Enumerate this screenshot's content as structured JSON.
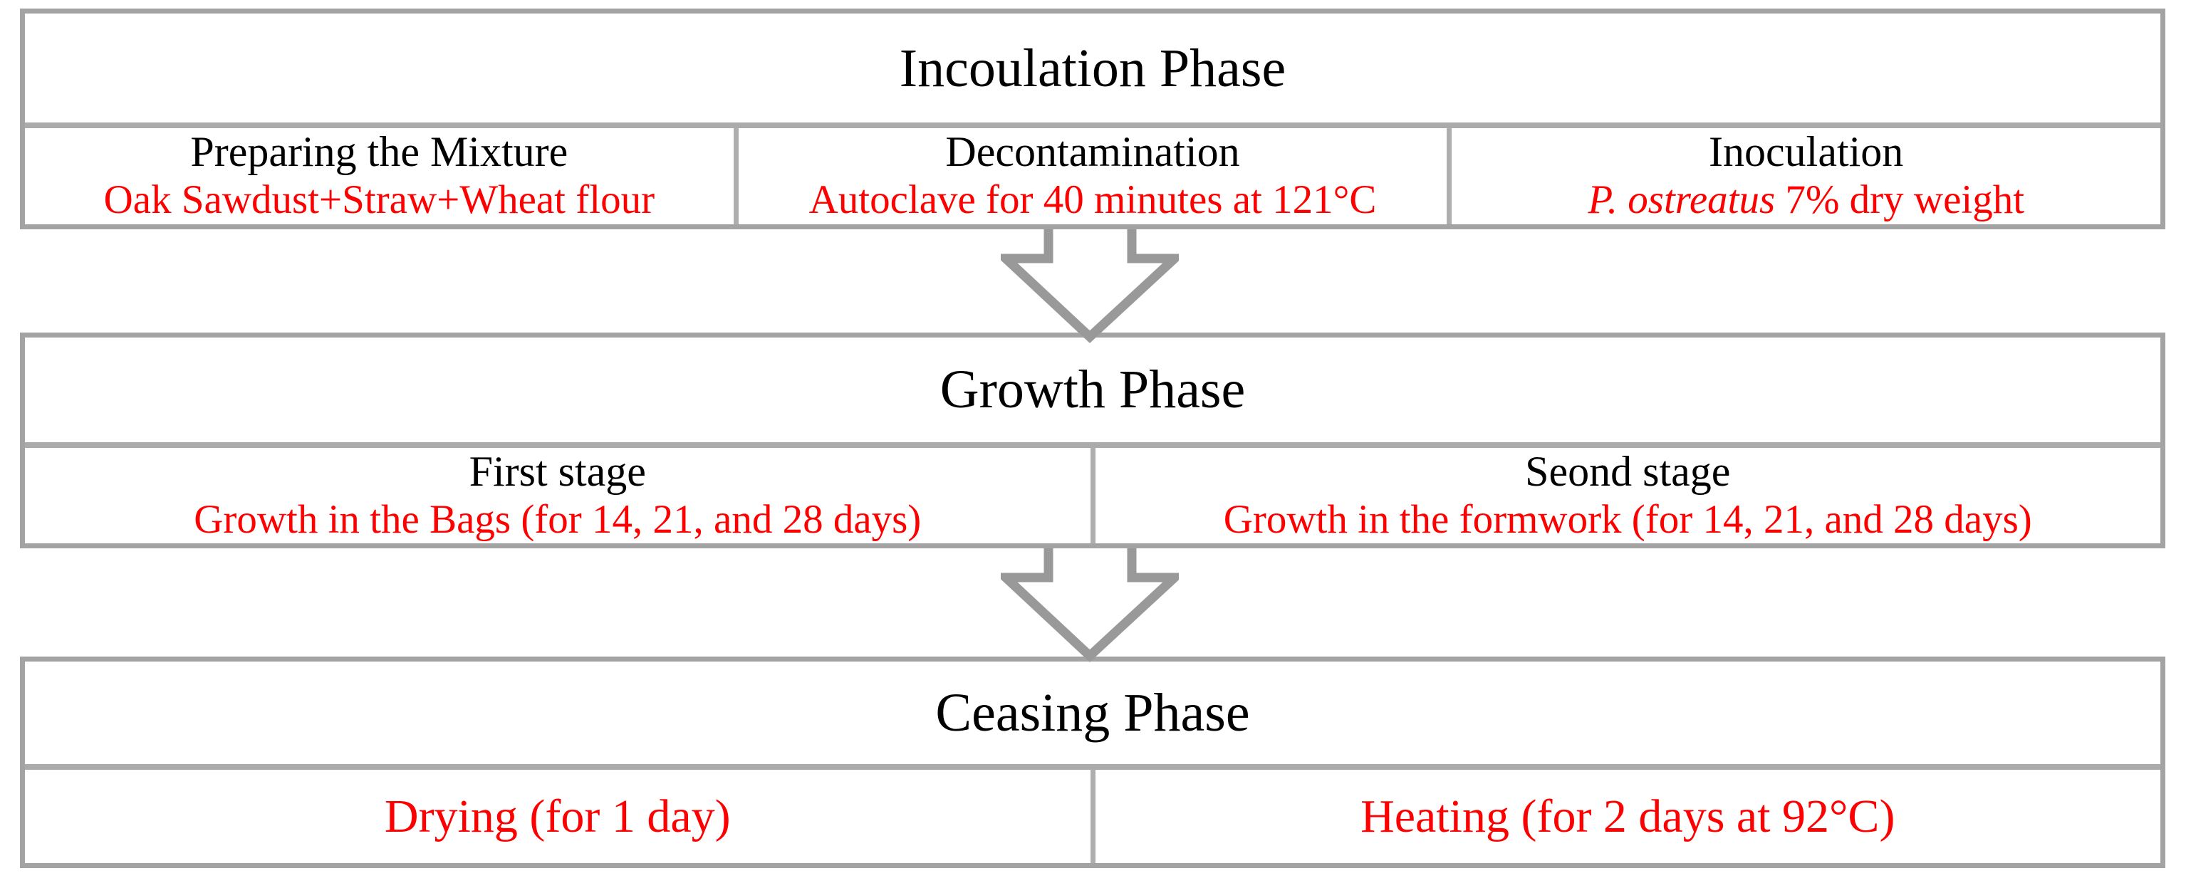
{
  "figure": {
    "type": "process-flowchart",
    "direction": "top-to-bottom"
  },
  "colors": {
    "box_border_gray": "#a3a3a3",
    "divider_gray": "#ababab",
    "arrow_gray": "#999999",
    "detail_red": "#ff0000",
    "heading_black": "#000000",
    "background": "#ffffff"
  },
  "icons": {
    "arrow_1": "down-arrow-icon",
    "arrow_2": "down-arrow-icon"
  },
  "phases": [
    {
      "title": "Incoulation Phase",
      "cells": [
        {
          "heading": "Preparing the Mixture",
          "detail": "Oak Sawdust+Straw+Wheat flour"
        },
        {
          "heading": "Decontamination",
          "detail": "Autoclave for 40 minutes at 121°C"
        },
        {
          "heading": "Inoculation",
          "detail_italic": "P. ostreatus",
          "detail_rest": " 7% dry weight"
        }
      ]
    },
    {
      "title": "Growth Phase",
      "cells": [
        {
          "heading": "First stage",
          "detail": "Growth in the Bags (for 14, 21, and 28 days)"
        },
        {
          "heading": "Seond stage",
          "detail": "Growth in the formwork (for 14, 21, and 28 days)"
        }
      ]
    },
    {
      "title": "Ceasing Phase",
      "cells": [
        {
          "detail": "Drying (for 1 day)"
        },
        {
          "detail": "Heating (for 2 days at 92°C)"
        }
      ]
    }
  ]
}
